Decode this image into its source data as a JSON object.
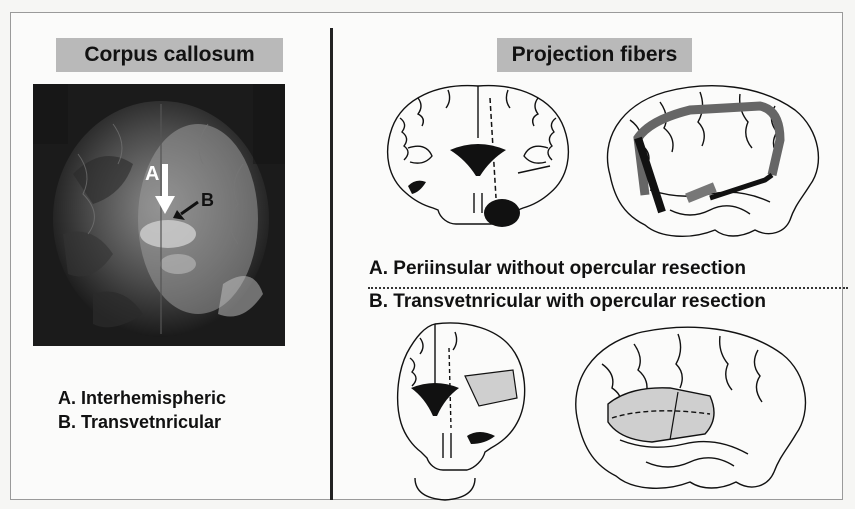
{
  "left_panel": {
    "title": "Corpus callosum",
    "mri": {
      "arrow_label_a": "A",
      "arrow_label_b": "B"
    },
    "caption_a": "A. Interhemispheric",
    "caption_b": "B. Transvetnricular"
  },
  "right_panel": {
    "title": "Projection fibers",
    "caption_a": "A. Periinsular without opercular resection",
    "caption_b": "B. Transvetnricular with opercular resection"
  },
  "colors": {
    "title_box": "#b9b9b9",
    "ink": "#111111",
    "highlight": "#c9c9c9"
  }
}
